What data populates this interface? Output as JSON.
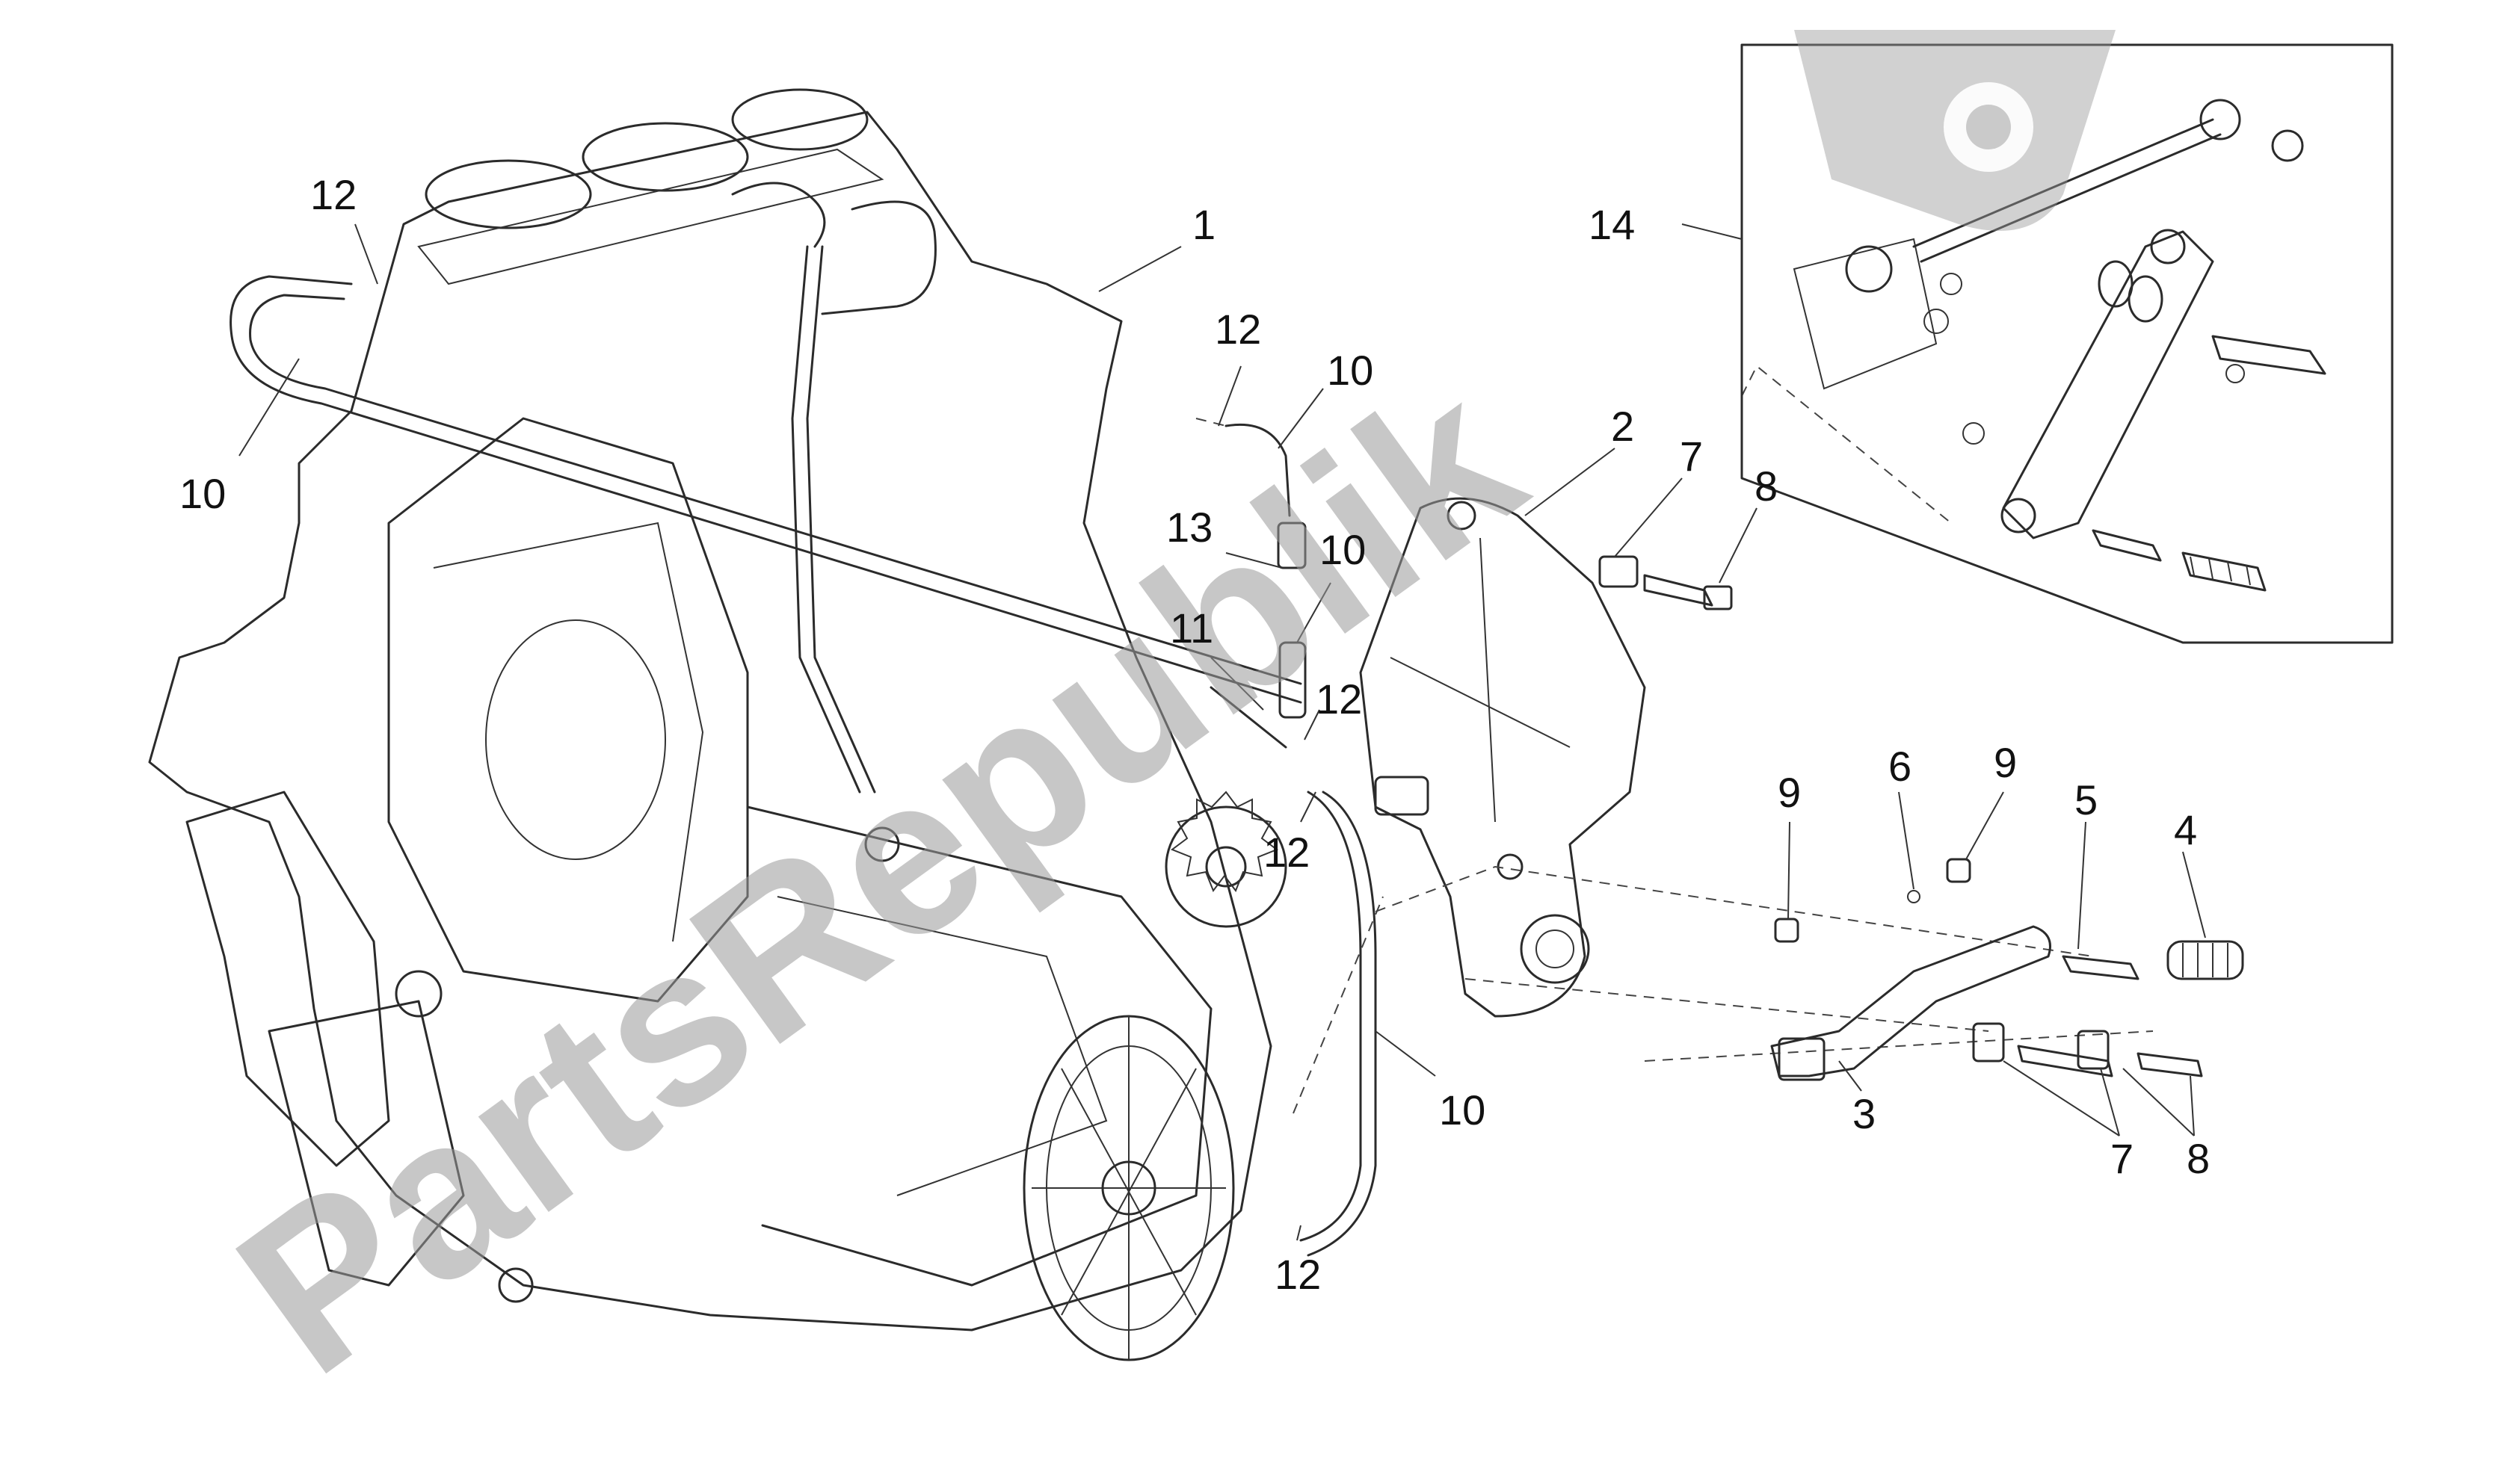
{
  "diagram": {
    "labels": [
      {
        "id": "label-1",
        "text": "1"
      },
      {
        "id": "label-2",
        "text": "2"
      },
      {
        "id": "label-3",
        "text": "3"
      },
      {
        "id": "label-4",
        "text": "4"
      },
      {
        "id": "label-5",
        "text": "5"
      },
      {
        "id": "label-6",
        "text": "6"
      },
      {
        "id": "label-7a",
        "text": "7"
      },
      {
        "id": "label-7b",
        "text": "7"
      },
      {
        "id": "label-8a",
        "text": "8"
      },
      {
        "id": "label-8b",
        "text": "8"
      },
      {
        "id": "label-9a",
        "text": "9"
      },
      {
        "id": "label-9b",
        "text": "9"
      },
      {
        "id": "label-10a",
        "text": "10"
      },
      {
        "id": "label-10b",
        "text": "10"
      },
      {
        "id": "label-10c",
        "text": "10"
      },
      {
        "id": "label-10d",
        "text": "10"
      },
      {
        "id": "label-11",
        "text": "11"
      },
      {
        "id": "label-12a",
        "text": "12"
      },
      {
        "id": "label-12b",
        "text": "12"
      },
      {
        "id": "label-12c",
        "text": "12"
      },
      {
        "id": "label-12d",
        "text": "12"
      },
      {
        "id": "label-12e",
        "text": "12"
      },
      {
        "id": "label-13",
        "text": "13"
      },
      {
        "id": "label-14",
        "text": "14"
      }
    ],
    "watermark": "PartsRepublik",
    "colors": {
      "line": "#2b2b2b",
      "watermark": "#9a9a9a",
      "background": "#ffffff"
    }
  }
}
